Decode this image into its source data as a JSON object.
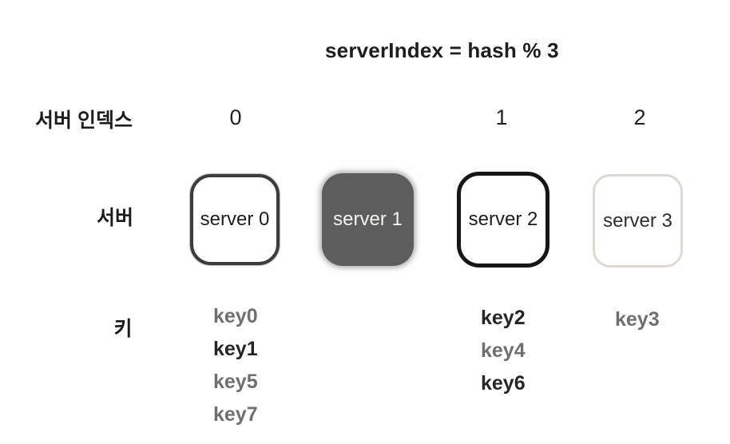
{
  "title": "serverIndex = hash % 3",
  "labels": {
    "server_index": "서버 인덱스",
    "server": "서버",
    "key": "키"
  },
  "indices": [
    "0",
    "1",
    "2"
  ],
  "servers": [
    {
      "name": "server 0"
    },
    {
      "name": "server 1"
    },
    {
      "name": "server 2"
    },
    {
      "name": "server 3"
    }
  ],
  "key_groups": [
    {
      "under_server": "server 0",
      "keys": [
        {
          "label": "key0",
          "tone": "gray"
        },
        {
          "label": "key1",
          "tone": "black"
        },
        {
          "label": "key5",
          "tone": "gray"
        },
        {
          "label": "key7",
          "tone": "gray"
        }
      ]
    },
    {
      "under_server": "server 2",
      "keys": [
        {
          "label": "key2",
          "tone": "black"
        },
        {
          "label": "key4",
          "tone": "gray"
        },
        {
          "label": "key6",
          "tone": "black"
        }
      ]
    },
    {
      "under_server": "server 3",
      "keys": [
        {
          "label": "key3",
          "tone": "gray"
        }
      ]
    }
  ],
  "colors": {
    "ink": "#1e1e1e",
    "key_gray": "#6f6f6d",
    "key_black": "#262626",
    "server1_fill": "#5d5d5d",
    "server1_text": "#f2f2ee",
    "server0_border": "#3c3c3c",
    "server2_border": "#161616",
    "server3_border": "#dcdad2",
    "background": "#fefefe"
  }
}
